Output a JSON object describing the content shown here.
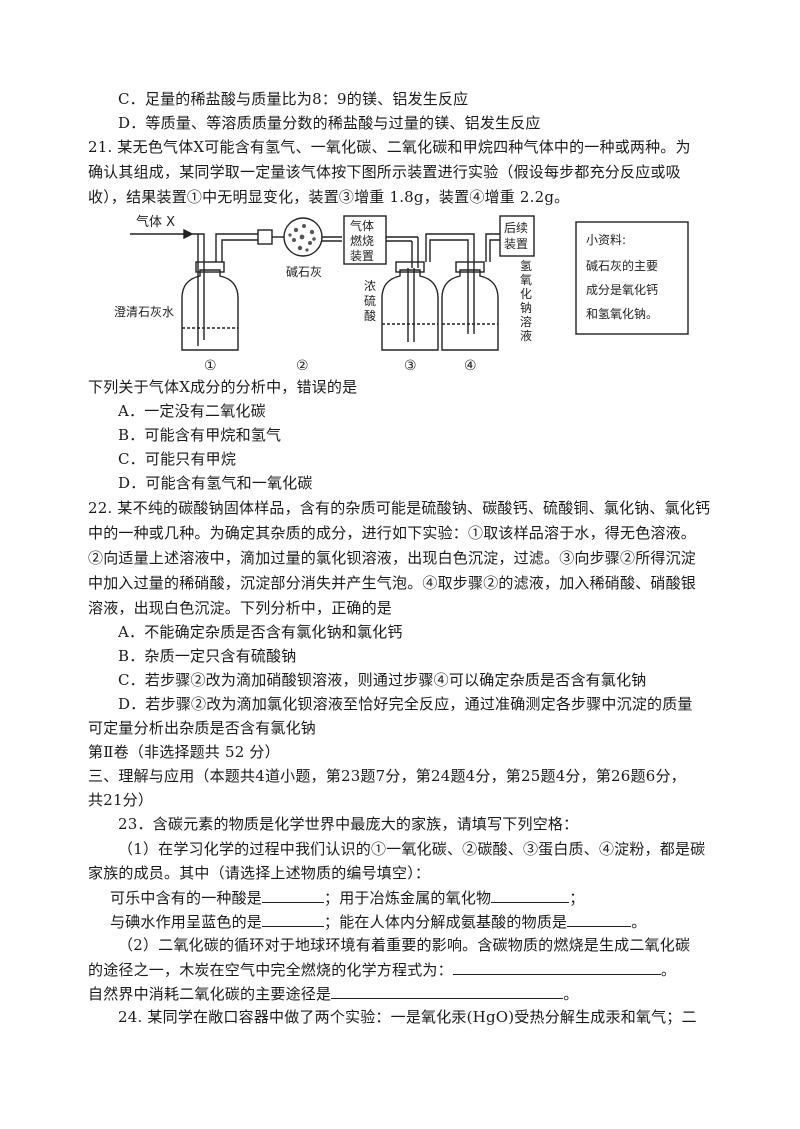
{
  "lines": {
    "l01": "C．足量的稀盐酸与质量比为8：9的镁、铝发生反应",
    "l02": "D．等质量、等溶质质量分数的稀盐酸与过量的镁、铝发生反应",
    "l03": "21. 某无色气体X可能含有氢气、一氧化碳、二氧化碳和甲烷四种气体中的一种或两种。为",
    "l04": "确认其组成，某同学取一定量该气体按下图所示装置进行实验（假设每步都充分反应或吸",
    "l05": "收），结果装置①中无明显变化，装置③增重 1.8g，装置④增重 2.2g。",
    "l06": "下列关于气体X成分的分析中，错误的是",
    "l07": "A．一定没有二氧化碳",
    "l08": "B．可能含有甲烷和氢气",
    "l09": "C．可能只有甲烷",
    "l10": "D．可能含有氢气和一氧化碳",
    "l11": "22. 某不纯的碳酸钠固体样品，含有的杂质可能是硫酸钠、碳酸钙、硫酸铜、氯化钠、氯化钙",
    "l12": "中的一种或几种。为确定其杂质的成分，进行如下实验：①取该样品溶于水，得无色溶液。",
    "l13": "②向适量上述溶液中，滴加过量的氯化钡溶液，出现白色沉淀，过滤。③向步骤②所得沉淀",
    "l14": "中加入过量的稀硝酸，沉淀部分消失并产生气泡。④取步骤②的滤液，加入稀硝酸、硝酸银",
    "l15": "溶液，出现白色沉淀。下列分析中，正确的是",
    "l16": "A．不能确定杂质是否含有氯化钠和氯化钙",
    "l17": "B．杂质一定只含有硫酸钠",
    "l18": "C．若步骤②改为滴加硝酸钡溶液，则通过步骤④可以确定杂质是否含有氯化钠",
    "l19": "D．若步骤②改为滴加氯化钡溶液至恰好完全反应，通过准确测定各步骤中沉淀的质量",
    "l20": "可定量分析出杂质是否含有氯化钠",
    "l21": "第Ⅱ卷（非选择题共 52 分）",
    "l22": "三、理解与应用（本题共4道小题，第23题7分，第24题4分，第25题4分，第26题6分，",
    "l23": "共21分）",
    "l24": "23．含碳元素的物质是化学世界中最庞大的家族，请填写下列空格：",
    "l25": "（1）在学习化学的过程中我们认识的①一氧化碳、②碳酸、③蛋白质、④淀粉，都是碳",
    "l26": "家族的成员。其中（请选择上述物质的编号填空）：",
    "l27a": "可乐中含有的一种酸是",
    "l27b": "；用于冶炼金属的氧化物",
    "l27c": "；",
    "l28a": "与碘水作用呈蓝色的是",
    "l28b": "；能在人体内分解成氨基酸的物质是",
    "l28c": "。",
    "l29": "（2）二氧化碳的循环对于地球环境有着重要的影响。含碳物质的燃烧是生成二氧化碳",
    "l30a": "的途径之一，木炭在空气中完全燃烧的化学方程式为：",
    "l30b": "。",
    "l31a": "自然界中消耗二氧化碳的主要途径是",
    "l31b": "。",
    "l32": "24. 某同学在敞口容器中做了两个实验：一是氧化汞(HgO)受热分解生成汞和氧气；二"
  },
  "diagram": {
    "gas_label": "气体 X",
    "soda_lime_label": "碱石灰",
    "burner_label": [
      "气体",
      "燃烧",
      "装置"
    ],
    "followup_label": [
      "后续",
      "装置"
    ],
    "limewater_label": "澄清石灰水",
    "acid_label": [
      "浓",
      "硫",
      "酸"
    ],
    "naoh_label": [
      "氢",
      "氧",
      "化",
      "钠",
      "溶",
      "液"
    ],
    "numbers": [
      "①",
      "②",
      "③",
      "④"
    ],
    "note_title": "小资料:",
    "note_lines": [
      "碱石灰的主要",
      "成分是氧化钙",
      "和氢氧化钠。"
    ]
  }
}
